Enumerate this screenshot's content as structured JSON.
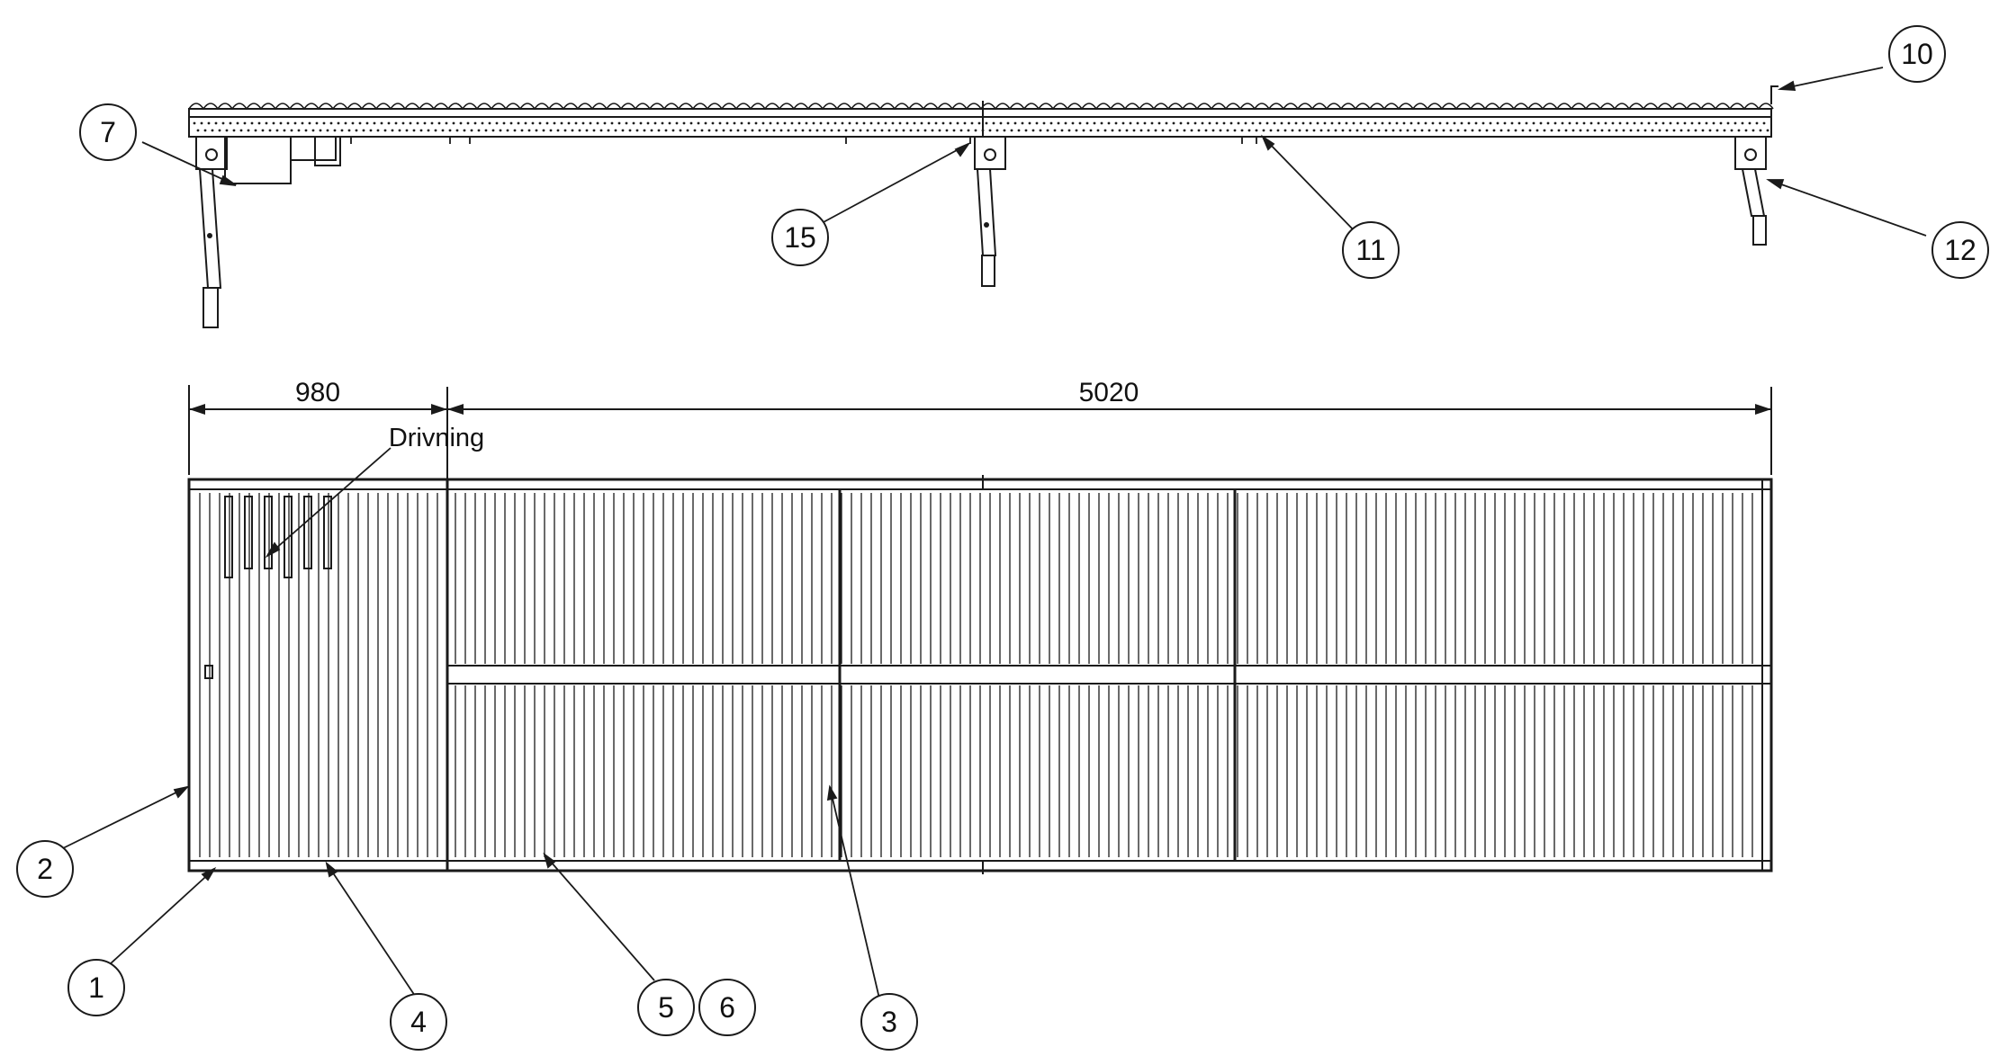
{
  "balloons": [
    {
      "id": "1",
      "label": "1"
    },
    {
      "id": "2",
      "label": "2"
    },
    {
      "id": "3",
      "label": "3"
    },
    {
      "id": "4",
      "label": "4"
    },
    {
      "id": "5",
      "label": "5"
    },
    {
      "id": "6",
      "label": "6"
    },
    {
      "id": "7",
      "label": "7"
    },
    {
      "id": "10",
      "label": "10"
    },
    {
      "id": "11",
      "label": "11"
    },
    {
      "id": "12",
      "label": "12"
    },
    {
      "id": "15",
      "label": "15"
    }
  ],
  "dimensions": {
    "drive_length": "980",
    "conveyor_length": "5020"
  },
  "notes": {
    "drive": "Drivning"
  },
  "colors": {
    "line": "#1a1a1a",
    "background": "#ffffff"
  }
}
